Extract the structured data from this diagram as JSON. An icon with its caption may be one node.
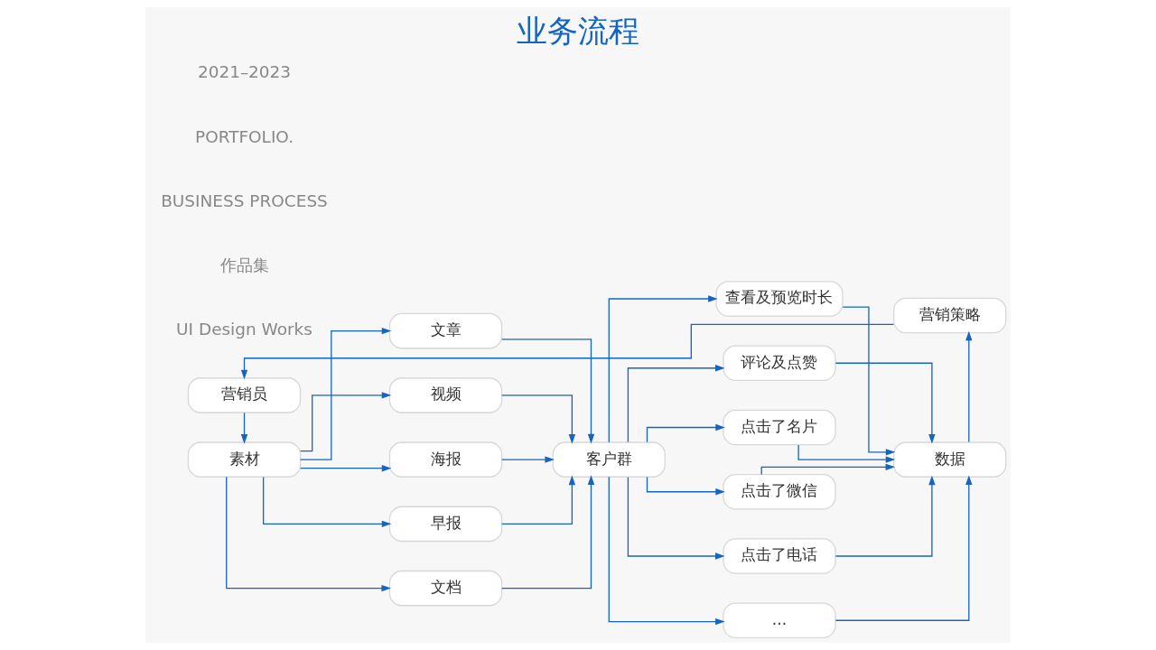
{
  "diagram": {
    "title": "业务流程",
    "nodes": [
      {
        "text": [
          "营销员"
        ]
      },
      {
        "text": [
          "营销策略"
        ]
      },
      {
        "text": [
          "素材"
        ]
      },
      {
        "text": [
          "文章"
        ]
      },
      {
        "text": [
          "视频"
        ]
      },
      {
        "text": [
          "海报"
        ]
      },
      {
        "text": [
          "早报"
        ]
      },
      {
        "text": [
          "文档"
        ]
      },
      {
        "text": [
          "客户群"
        ]
      },
      {
        "text": [
          "查看及预览时长"
        ]
      },
      {
        "text": [
          "评论及点赞"
        ]
      },
      {
        "text": [
          "点击了名片"
        ]
      },
      {
        "text": [
          "点击了微信"
        ]
      },
      {
        "text": [
          "点击了电话"
        ]
      },
      {
        "text": [
          "..."
        ]
      },
      {
        "text": [
          "数据"
        ]
      }
    ],
    "edges": [
      {
        "from": 1,
        "to": 0,
        "arrow": "to"
      },
      {
        "from": 0,
        "to": 2,
        "arrow": "to"
      },
      {
        "from": 2,
        "to": 3,
        "arrow": "to"
      },
      {
        "from": 2,
        "to": 4,
        "arrow": "to"
      },
      {
        "from": 2,
        "to": 5,
        "arrow": "to"
      },
      {
        "from": 2,
        "to": 6,
        "arrow": "to"
      },
      {
        "from": 2,
        "to": 7,
        "arrow": "to"
      },
      {
        "from": 3,
        "to": 8,
        "arrow": "to"
      },
      {
        "from": 4,
        "to": 8,
        "arrow": "to"
      },
      {
        "from": 5,
        "to": 8,
        "arrow": "to"
      },
      {
        "from": 6,
        "to": 8,
        "arrow": "to"
      },
      {
        "from": 7,
        "to": 8,
        "arrow": "to"
      },
      {
        "from": 8,
        "to": 9,
        "arrow": "to"
      },
      {
        "from": 8,
        "to": 10,
        "arrow": "to"
      },
      {
        "from": 8,
        "to": 11,
        "arrow": "to"
      },
      {
        "from": 8,
        "to": 12,
        "arrow": "to"
      },
      {
        "from": 8,
        "to": 13,
        "arrow": "to"
      },
      {
        "from": 8,
        "to": 14,
        "arrow": "to"
      },
      {
        "from": 9,
        "to": 15,
        "arrow": "to"
      },
      {
        "from": 10,
        "to": 15,
        "arrow": "to"
      },
      {
        "from": 11,
        "to": 15,
        "arrow": "to"
      },
      {
        "from": 12,
        "to": 15,
        "arrow": "to"
      },
      {
        "from": 13,
        "to": 15,
        "arrow": "to"
      },
      {
        "from": 14,
        "to": 15,
        "arrow": "to"
      },
      {
        "from": 15,
        "to": 1,
        "arrow": "to"
      }
    ],
    "labels": [
      "UI Design Works",
      "作品集",
      "BUSINESS PROCESS",
      "PORTFOLIO.",
      "2021–2023"
    ]
  }
}
